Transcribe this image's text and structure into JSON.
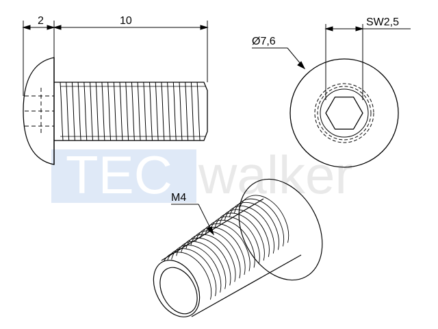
{
  "dimensions": {
    "head_height": "2",
    "thread_length": "10",
    "head_diameter": "Ø7,6",
    "socket_size": "SW2,5",
    "thread_size": "M4"
  },
  "watermark": {
    "part1": "TEC",
    "part2": "walker",
    "color_part1": "#dbe7f6",
    "color_part2": "#eeeeee"
  },
  "colors": {
    "line": "#000000",
    "hidden_line": "#555555"
  }
}
